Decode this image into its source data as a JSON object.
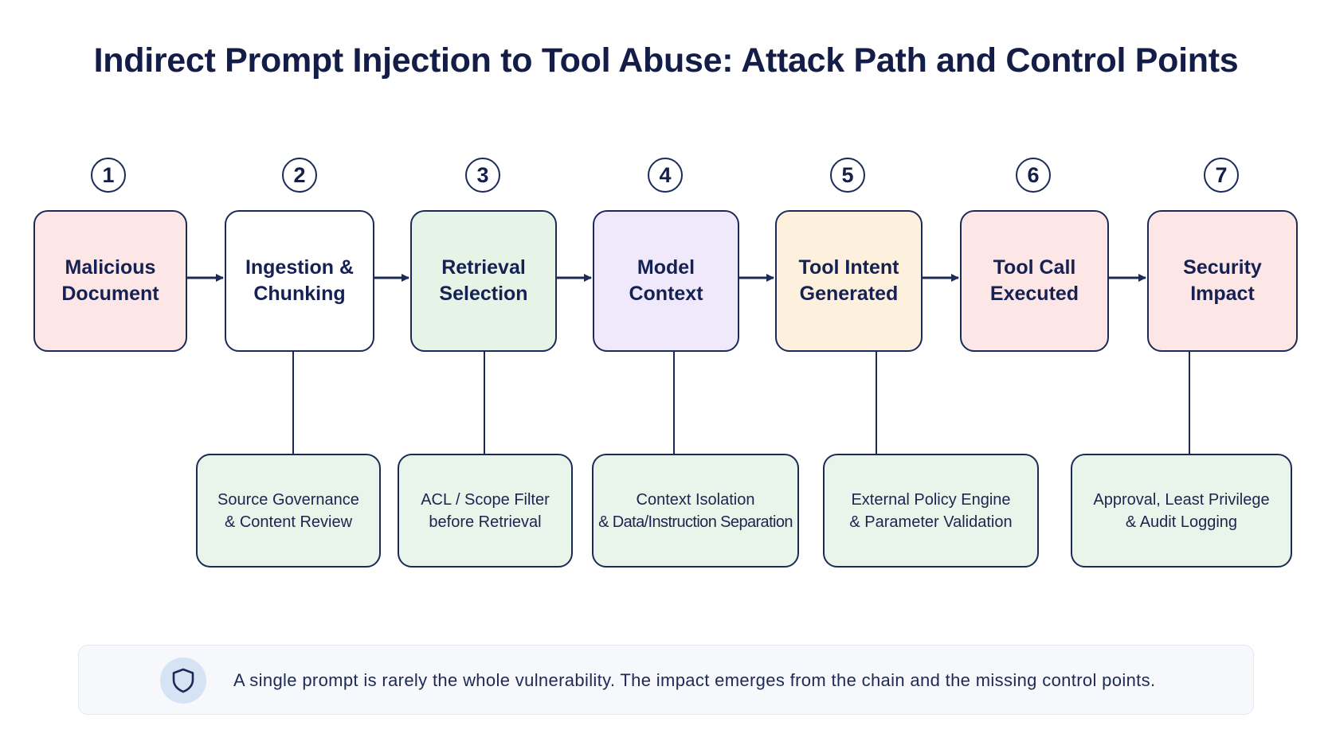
{
  "title": "Indirect Prompt Injection to Tool Abuse: Attack Path and Control Points",
  "steps": [
    {
      "number": "1",
      "line1": "Malicious",
      "line2": "Document",
      "color": "#fce6e6"
    },
    {
      "number": "2",
      "line1": "Ingestion &",
      "line2": "Chunking",
      "color": "#ffffff"
    },
    {
      "number": "3",
      "line1": "Retrieval",
      "line2": "Selection",
      "color": "#e6f4e8"
    },
    {
      "number": "4",
      "line1": "Model",
      "line2": "Context",
      "color": "#efe9fb"
    },
    {
      "number": "5",
      "line1": "Tool Intent",
      "line2": "Generated",
      "color": "#fdf0dd"
    },
    {
      "number": "6",
      "line1": "Tool Call",
      "line2": "Executed",
      "color": "#fce6e6"
    },
    {
      "number": "7",
      "line1": "Security",
      "line2": "Impact",
      "color": "#fce6e6"
    }
  ],
  "controls": [
    {
      "line1": "Source Governance",
      "line2": "& Content Review"
    },
    {
      "line1": "ACL / Scope Filter",
      "line2": "before Retrieval"
    },
    {
      "line1": "Context Isolation",
      "line2": "& Data/Instruction Separation"
    },
    {
      "line1": "External Policy Engine",
      "line2": "& Parameter Validation"
    },
    {
      "line1": "Approval, Least Privilege",
      "line2": "& Audit Logging"
    }
  ],
  "note": {
    "icon": "shield-icon",
    "text": "A single prompt is rarely the whole vulnerability. The impact emerges from the chain and the missing control points."
  }
}
